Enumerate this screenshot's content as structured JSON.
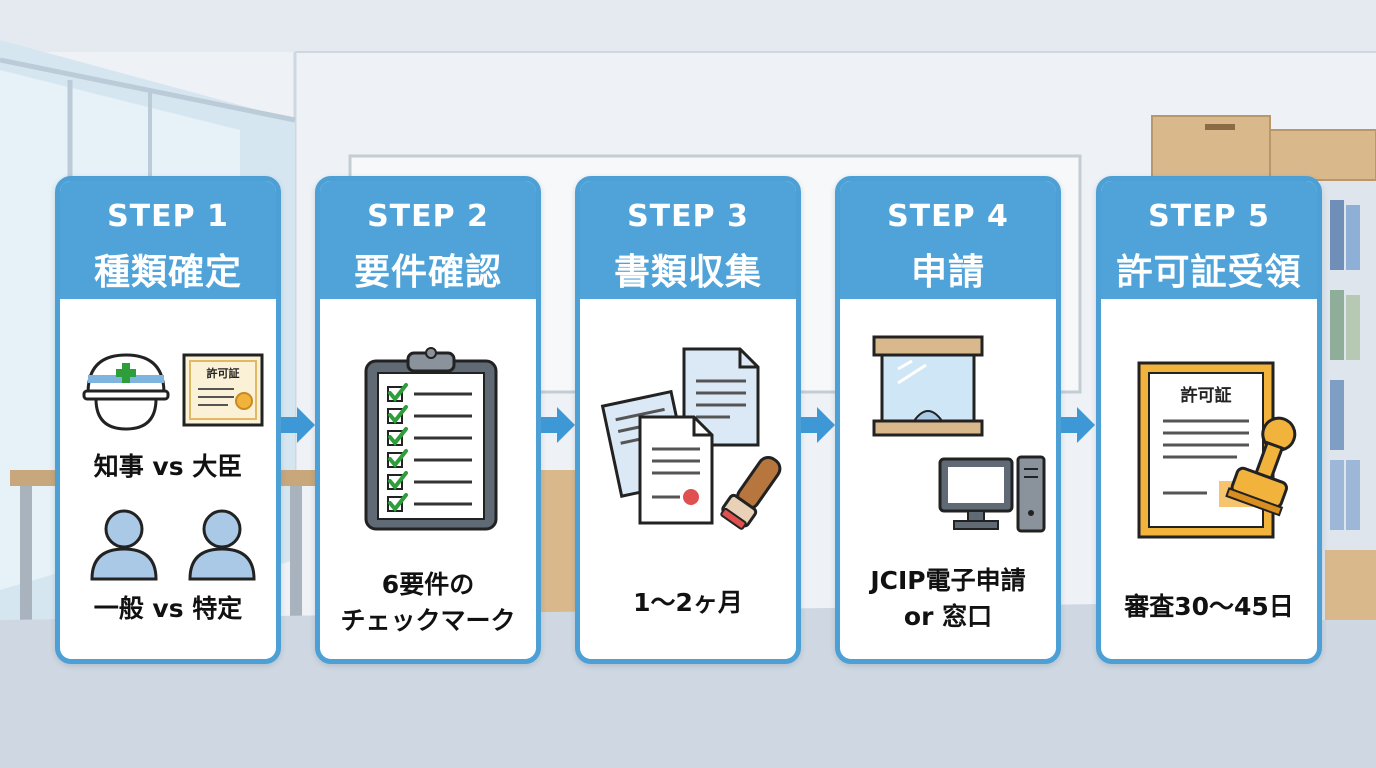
{
  "colors": {
    "accent": "#4fa3d9",
    "card_border": "#4da0d6",
    "text": "#111111",
    "check": "#2e9e3a",
    "stamp_red": "#e05050",
    "certificate_gold": "#f2b33d"
  },
  "steps": [
    {
      "number": "STEP 1",
      "title": "種類確定",
      "captions": [
        "知事 vs 大臣",
        "一般 vs 特定"
      ],
      "icons": [
        "helmet-icon",
        "permit-certificate-icon",
        "person-icon",
        "person-icon"
      ],
      "certificate_label": "許可証"
    },
    {
      "number": "STEP 2",
      "title": "要件確認",
      "caption_lines": [
        "6要件の",
        "チェックマーク"
      ],
      "icons": [
        "clipboard-checklist-icon"
      ]
    },
    {
      "number": "STEP 3",
      "title": "書類収集",
      "caption": "1〜2ヶ月",
      "icons": [
        "documents-icon",
        "seal-stamp-icon"
      ]
    },
    {
      "number": "STEP 4",
      "title": "申請",
      "caption_lines": [
        "JCIP電子申請",
        "or 窓口"
      ],
      "icons": [
        "service-counter-icon",
        "desktop-computer-icon"
      ]
    },
    {
      "number": "STEP 5",
      "title": "許可証受領",
      "caption": "審査30〜45日",
      "icons": [
        "permit-certificate-icon",
        "stamp-icon"
      ],
      "certificate_label": "許可証"
    }
  ]
}
